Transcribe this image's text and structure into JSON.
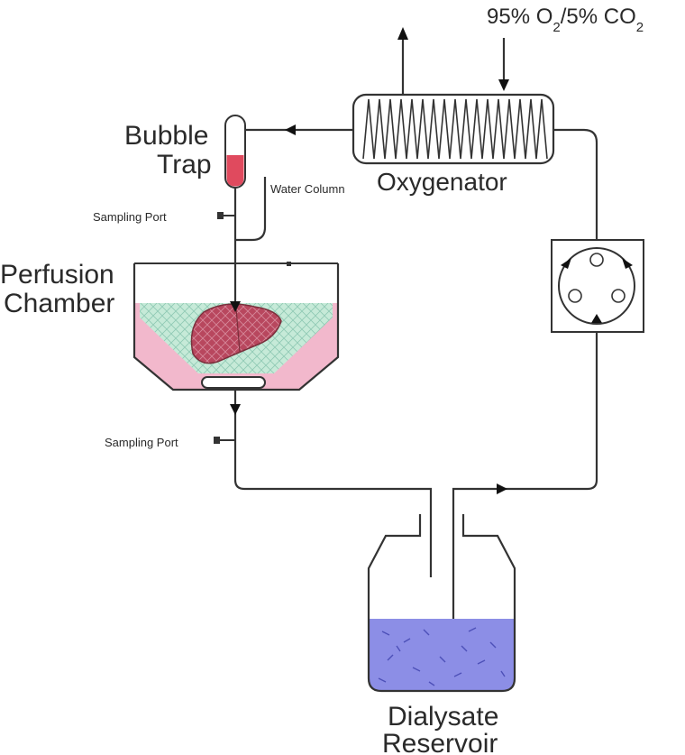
{
  "labels": {
    "gas_prefix": "95% O",
    "gas_sub1": "2",
    "gas_mid": "/5% CO",
    "gas_sub2": "2",
    "oxygenator": "Oxygenator",
    "bubble_trap_line1": "Bubble",
    "bubble_trap_line2": "Trap",
    "water_column": "Water Column",
    "sampling_port_top": "Sampling Port",
    "perfusion_chamber_line1": "Perfusion",
    "perfusion_chamber_line2": "Chamber",
    "sampling_port_bottom": "Sampling Port",
    "dialysate_reservoir_line1": "Dialysate",
    "dialysate_reservoir_line2": "Reservoir"
  },
  "colors": {
    "tubing": "#333333",
    "blood_red": "#e04a5e",
    "liver": "#b3465a",
    "chamber_pink": "#f2b8cc",
    "chamber_fluid": "#bfe6d8",
    "dialysate_blue": "#8c8ee6"
  }
}
